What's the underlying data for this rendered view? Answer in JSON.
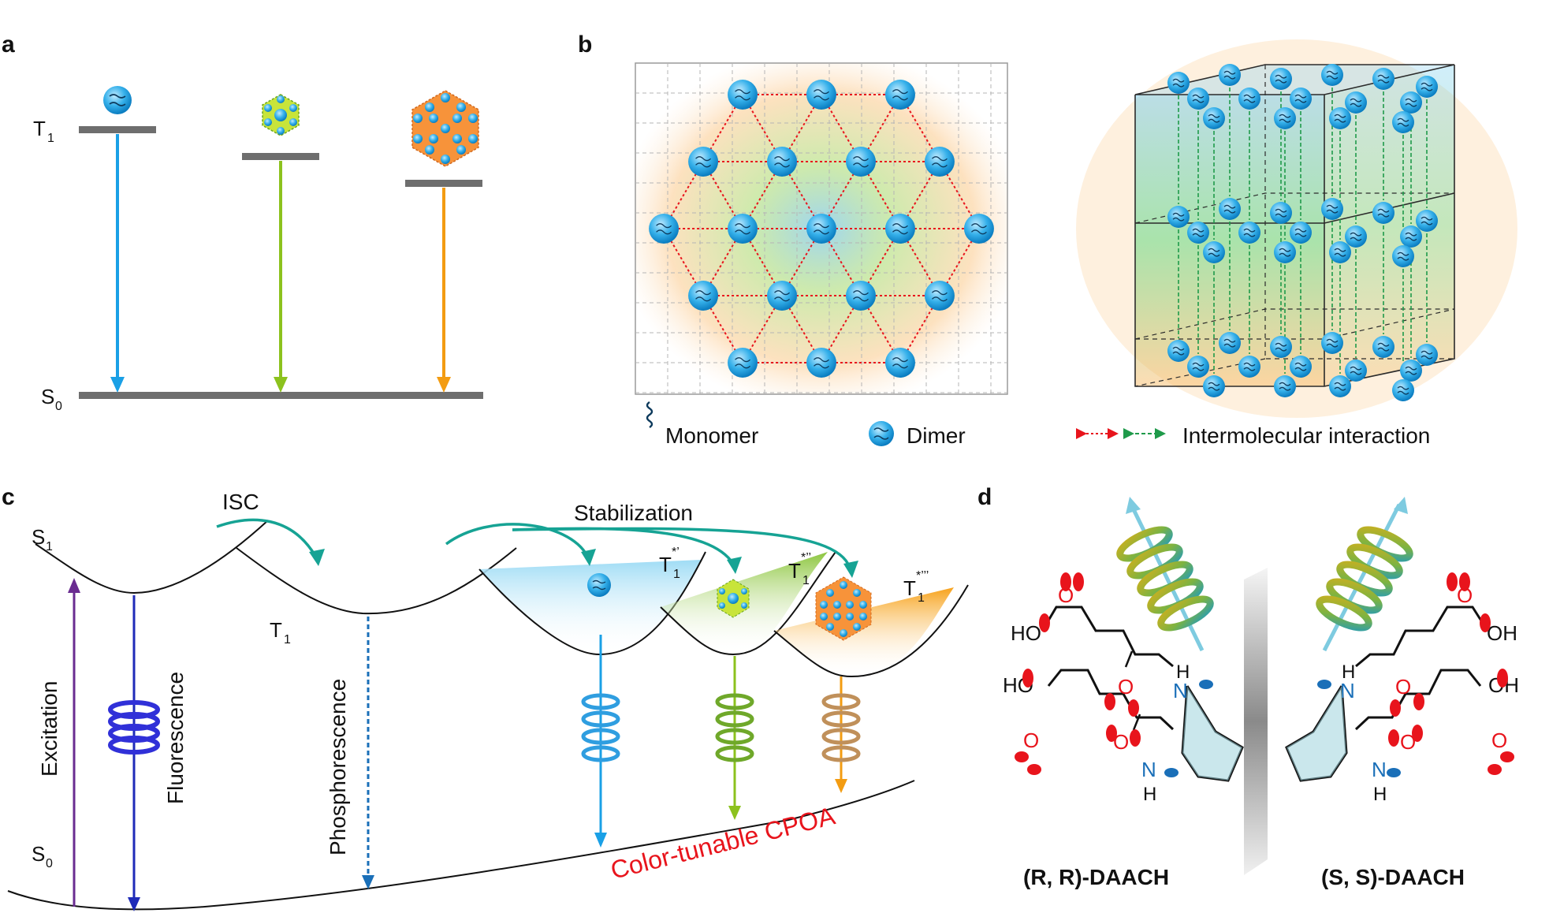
{
  "panels": {
    "a": {
      "letter": "a",
      "upper_level_label": "T",
      "upper_level_sub": "1",
      "ground_level_label": "S",
      "ground_level_sub": "0"
    },
    "b": {
      "letter": "b",
      "legend": {
        "monomer": "Monomer",
        "dimer": "Dimer",
        "interaction": "Intermolecular interaction"
      }
    },
    "c": {
      "letter": "c",
      "s1_label": "S",
      "s1_sub": "1",
      "t1_label": "T",
      "t1_sub": "1",
      "s0_label": "S",
      "s0_sub": "0",
      "t1a_label": "T",
      "t1a_sub": "1",
      "t1a_sup": "*’",
      "t1b_label": "T",
      "t1b_sub": "1",
      "t1b_sup": "*’’",
      "t1c_label": "T",
      "t1c_sub": "1",
      "t1c_sup": "*’’’",
      "isc": "ISC",
      "stabilization": "Stabilization",
      "excitation": "Excitation",
      "fluorescence": "Fluorescence",
      "phosphorescence": "Phosphorescence",
      "cpoa": "Color-tunable CPOA"
    },
    "d": {
      "letter": "d",
      "left_caption": "(R, R)-DAACH",
      "right_caption": "(S, S)-DAACH",
      "atoms": {
        "ho": "HO",
        "oh": "OH",
        "o": "O",
        "n": "N",
        "h": "H"
      }
    }
  },
  "colors": {
    "blue": "#1aa0e6",
    "green": "#8cc21e",
    "orange": "#f39c12",
    "purple": "#6a2c91",
    "navy": "#1f2bb8",
    "teal": "#16a394",
    "red_text": "#e8141c",
    "gray_level": "#6e6e6e"
  }
}
